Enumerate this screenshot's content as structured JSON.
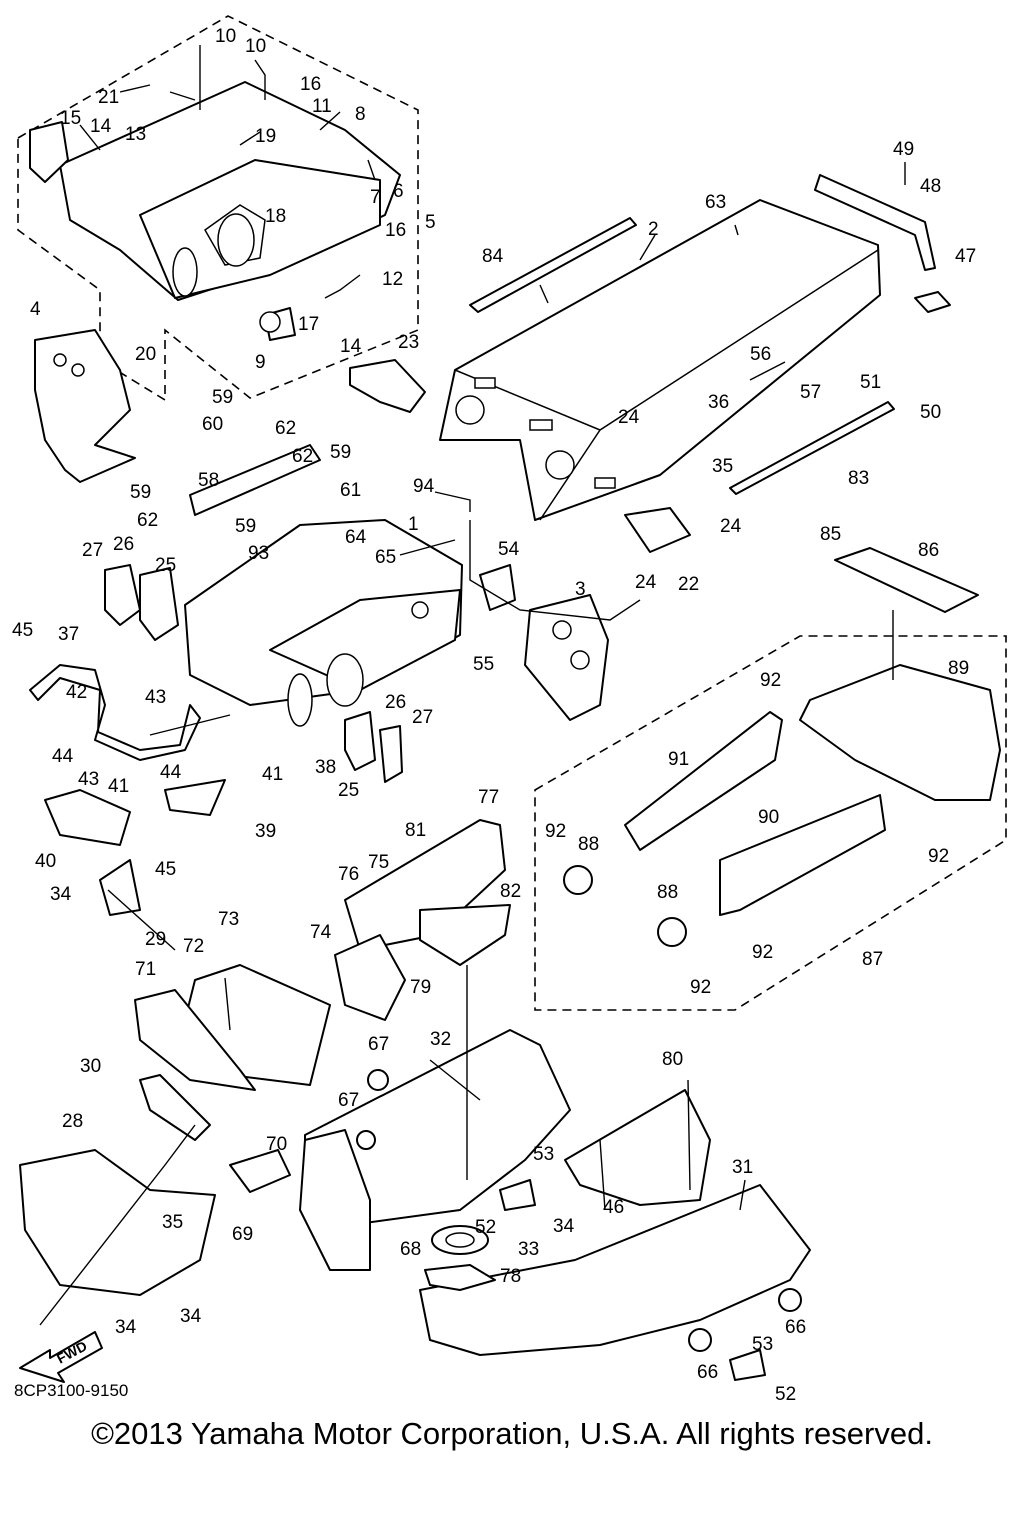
{
  "catalog_code": "8CP3100-9150",
  "copyright": "©2013 Yamaha Motor Corporation, U.S.A. All rights reserved.",
  "fwd_label": "FWD",
  "callouts": [
    "1",
    "2",
    "3",
    "4",
    "5",
    "6",
    "7",
    "8",
    "9",
    "10",
    "11",
    "12",
    "13",
    "14",
    "15",
    "16",
    "17",
    "18",
    "19",
    "20",
    "21",
    "22",
    "23",
    "24",
    "25",
    "26",
    "27",
    "28",
    "29",
    "30",
    "31",
    "32",
    "33",
    "34",
    "35",
    "36",
    "37",
    "38",
    "39",
    "40",
    "41",
    "42",
    "43",
    "44",
    "45",
    "46",
    "47",
    "48",
    "49",
    "50",
    "51",
    "52",
    "53",
    "54",
    "55",
    "56",
    "57",
    "58",
    "59",
    "60",
    "61",
    "62",
    "63",
    "64",
    "65",
    "66",
    "67",
    "68",
    "69",
    "70",
    "71",
    "72",
    "73",
    "74",
    "75",
    "76",
    "77",
    "78",
    "79",
    "80",
    "81",
    "82",
    "83",
    "84",
    "85",
    "86",
    "87",
    "88",
    "89",
    "90",
    "91",
    "92",
    "93",
    "94"
  ]
}
